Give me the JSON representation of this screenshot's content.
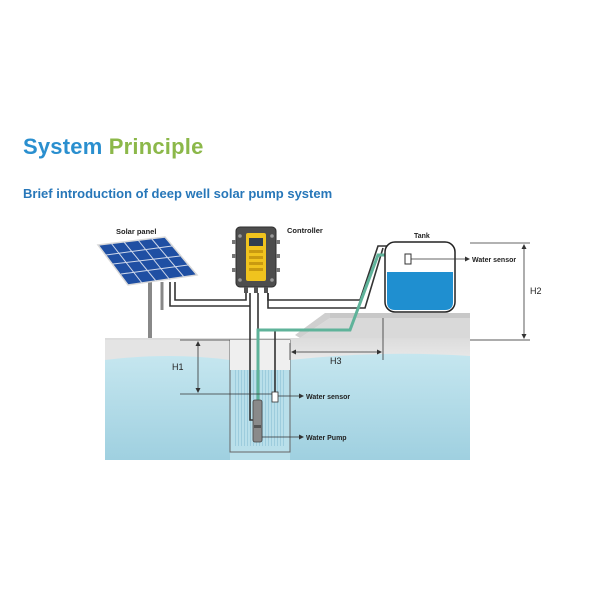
{
  "header": {
    "title_part1": "System",
    "title_part2": "Principle",
    "subtitle": "Brief introduction of deep well solar pump system"
  },
  "diagram": {
    "labels": {
      "solar_panel": "Solar panel",
      "controller": "Controller",
      "tank": "Tank",
      "tank_water_sensor": "Water sensor",
      "well_water_sensor": "Water sensor",
      "water_pump": "Water Pump",
      "h1": "H1",
      "h2": "H2",
      "h3": "H3"
    }
  },
  "colors": {
    "title_blue": "#2a8fcf",
    "title_green": "#8cb84a",
    "water": "#a9d6e5",
    "tank_water": "#1f8fd0",
    "pipe": "#5fb39a",
    "cable": "#333333"
  }
}
